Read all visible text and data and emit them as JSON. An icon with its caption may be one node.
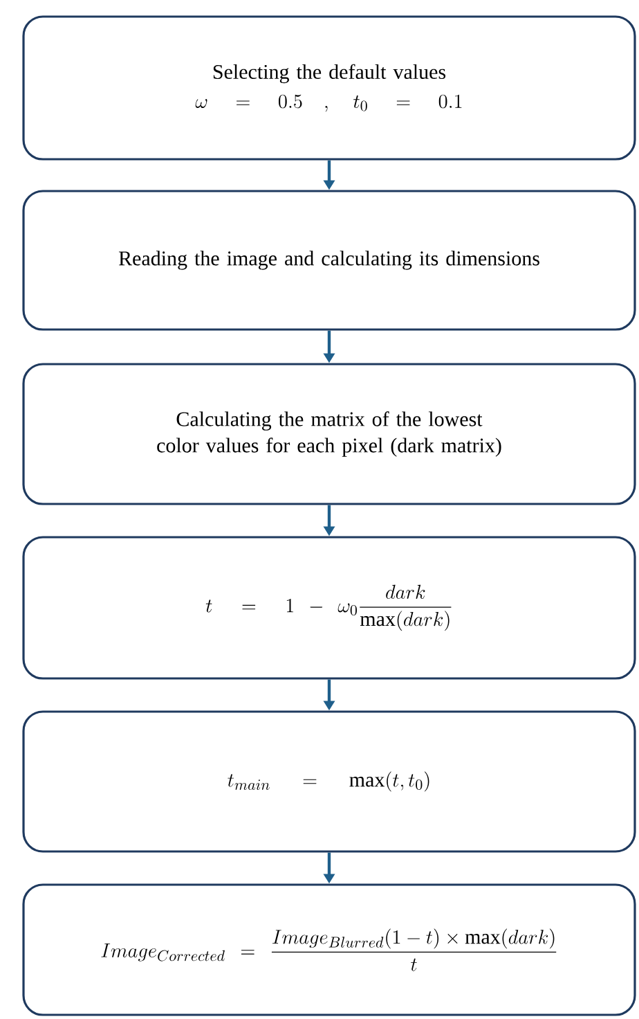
{
  "diagram": {
    "nodes": [
      {
        "text": [
          "Selecting the default values",
          "\\omega = 0.5 \\quad , \\quad t_0 = 0.1"
        ]
      },
      {
        "text": [
          "Reading the image and calculating its dimensions"
        ]
      },
      {
        "text": [
          "Calculating the matrix of the lowest color values for each pixel (dark matrix)"
        ]
      },
      {
        "text": [
          "t = 1 - \\omega_0 \\frac{dark}{\\max(dark)}"
        ]
      },
      {
        "text": [
          "t_{main} = \\max(t, t_0)"
        ]
      },
      {
        "text": [
          "Image_{Corrected} = \\frac{Image_{Blurred}(1-t)\\times \\max(dark)}{t}"
        ]
      }
    ],
    "edges": [
      {
        "from": 0,
        "to": 1,
        "arrow": "to"
      },
      {
        "from": 1,
        "to": 2,
        "arrow": "to"
      },
      {
        "from": 2,
        "to": 3,
        "arrow": "to"
      },
      {
        "from": 3,
        "to": 4,
        "arrow": "to"
      },
      {
        "from": 4,
        "to": 5,
        "arrow": "to"
      }
    ]
  }
}
